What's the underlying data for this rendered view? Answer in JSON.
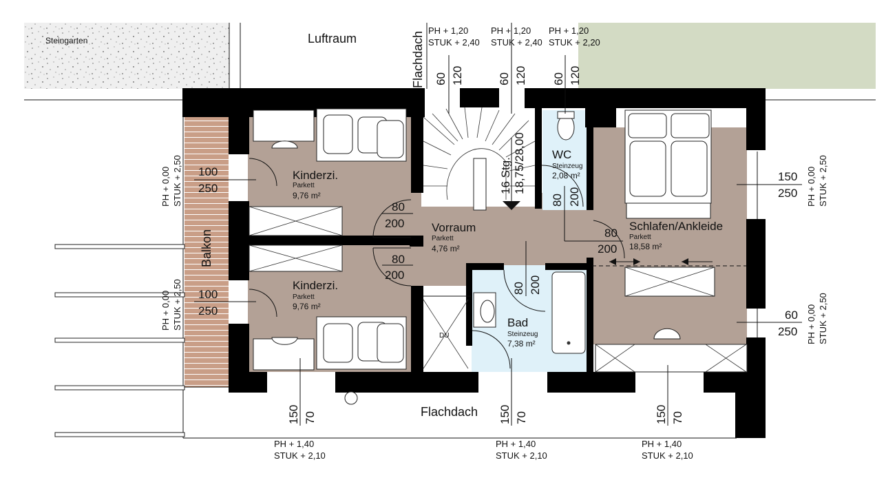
{
  "colors": {
    "floor_parkett": "#b3a196",
    "floor_steinzeug": "#dff1f9",
    "garden_green": "#d3dbc4",
    "gravel": "#eeeeee",
    "balcony": "#c79c85",
    "wall": "#000000"
  },
  "outside": {
    "steingarten": "Steingarten",
    "luftraum": "Luftraum",
    "flachdach_top": "Flachdach",
    "flachdach_bottom": "Flachdach",
    "balkon": "Balkon"
  },
  "rooms": {
    "kinder_top": {
      "name": "Kinderzi.",
      "floor": "Parkett",
      "area": "9,76 m²"
    },
    "kinder_bottom": {
      "name": "Kinderzi.",
      "floor": "Parkett",
      "area": "9,76 m²"
    },
    "vorraum": {
      "name": "Vorraum",
      "floor": "Parkett",
      "area": "4,76 m²"
    },
    "wc": {
      "name": "WC",
      "floor": "Steinzeug",
      "area": "2,08 m²"
    },
    "bad": {
      "name": "Bad",
      "floor": "Steinzeug",
      "area": "7,38 m²"
    },
    "schlafen": {
      "name": "Schlafen/Ankleide",
      "floor": "Parkett",
      "area": "18,58 m²"
    },
    "du": "DU"
  },
  "stairs": {
    "steps": "16 Stg.",
    "ratio": "18,75/28,00"
  },
  "levels": {
    "top1": {
      "ph": "PH + 1,20",
      "stuk": "STUK + 2,40"
    },
    "top2": {
      "ph": "PH + 1,20",
      "stuk": "STUK + 2,40"
    },
    "top3": {
      "ph": "PH + 1,20",
      "stuk": "STUK + 2,20"
    },
    "left1": {
      "ph": "PH + 0,00",
      "stuk": "STUK + 2,50"
    },
    "left2": {
      "ph": "PH + 0,00",
      "stuk": "STUK + 2,50"
    },
    "right1": {
      "ph": "PH + 0,00",
      "stuk": "STUK + 2,50"
    },
    "right2": {
      "ph": "PH + 0,00",
      "stuk": "STUK + 2,50"
    },
    "bottom1": {
      "ph": "PH + 1,40",
      "stuk": "STUK + 2,10"
    },
    "bottom2": {
      "ph": "PH + 1,40",
      "stuk": "STUK + 2,10"
    },
    "bottom3": {
      "ph": "PH + 1,40",
      "stuk": "STUK + 2,10"
    }
  },
  "dims": {
    "top1": {
      "w": "60",
      "h": "120"
    },
    "top2": {
      "w": "60",
      "h": "120"
    },
    "top3": {
      "w": "60",
      "h": "120"
    },
    "kinder_top_window": {
      "w": "100",
      "h": "250"
    },
    "kinder_bottom_window": {
      "w": "100",
      "h": "250"
    },
    "door_kinder_top": {
      "w": "80",
      "h": "200"
    },
    "door_kinder_bottom": {
      "w": "80",
      "h": "200"
    },
    "door_wc": {
      "w": "80",
      "h": "200"
    },
    "door_bad": {
      "w": "80",
      "h": "200"
    },
    "door_schlafen": {
      "w": "80",
      "h": "200"
    },
    "right_window1": {
      "w": "150",
      "h": "250"
    },
    "right_window2": {
      "w": "60",
      "h": "250"
    },
    "bottom1": {
      "w": "150",
      "h": "70"
    },
    "bottom2": {
      "w": "150",
      "h": "70"
    },
    "bottom3": {
      "w": "150",
      "h": "70"
    }
  }
}
